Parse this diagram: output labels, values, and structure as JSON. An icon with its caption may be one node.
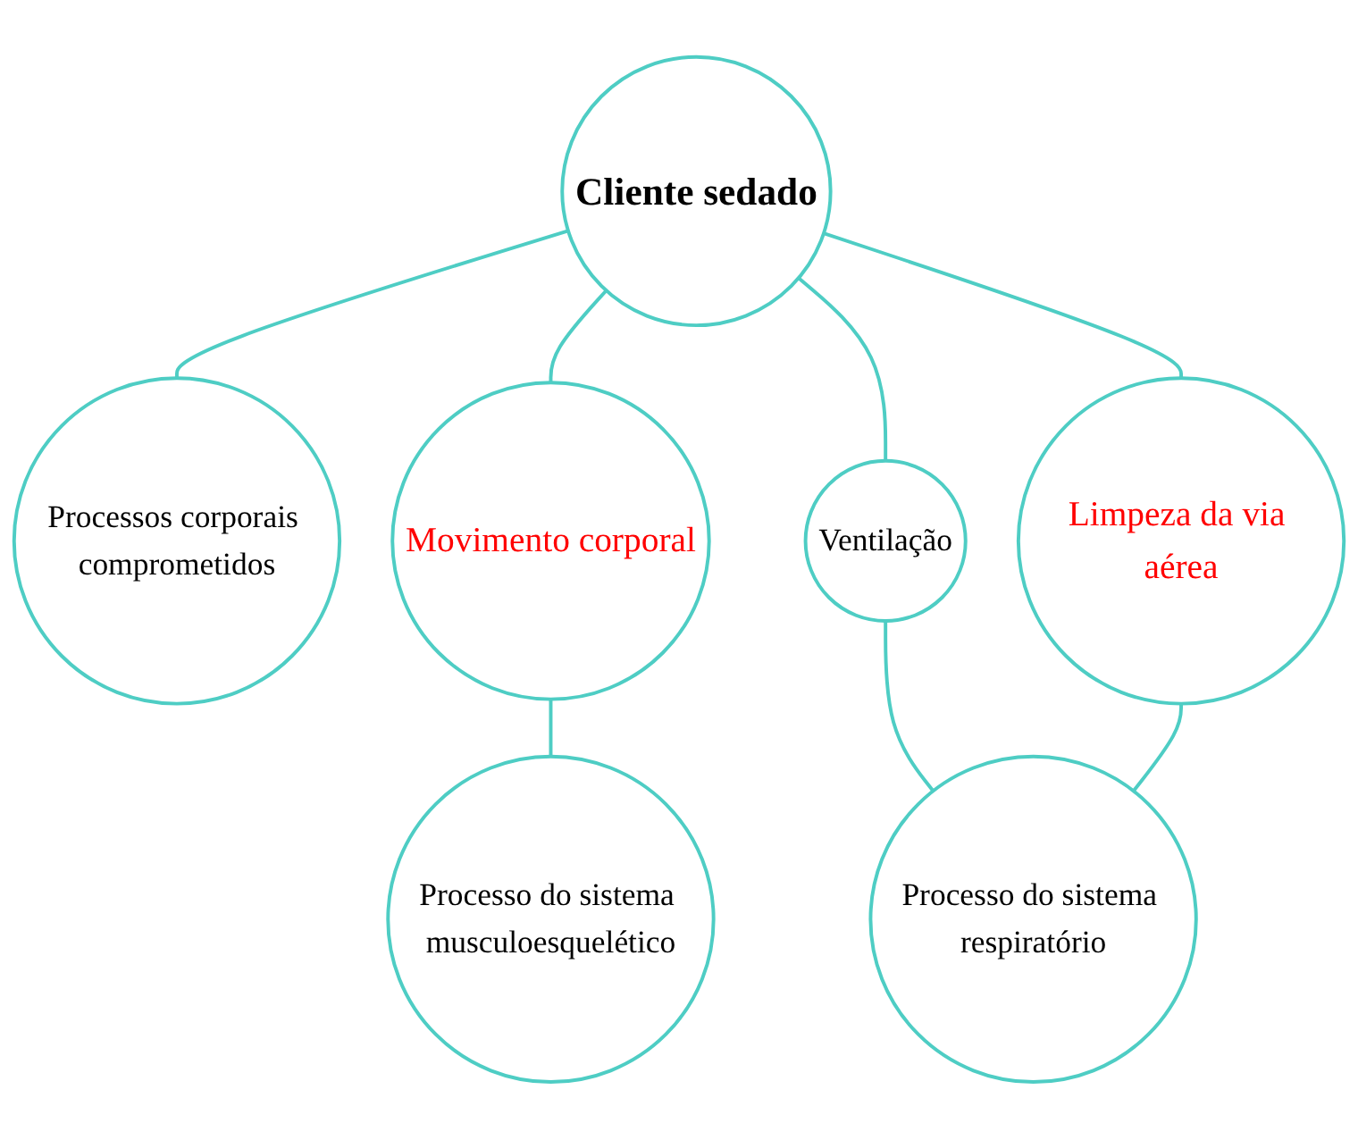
{
  "diagram": {
    "nodes": [
      {
        "text": [
          "Cliente sedado"
        ]
      },
      {
        "text": [
          "Processos corporais comprometidos"
        ]
      },
      {
        "text": [
          "Movimento corporal"
        ]
      },
      {
        "text": [
          "Ventilação"
        ]
      },
      {
        "text": [
          "Limpeza da via aérea"
        ]
      },
      {
        "text": [
          "Processo do sistema musculoesquelético"
        ]
      },
      {
        "text": [
          "Processo do sistema respiratório"
        ]
      }
    ],
    "edges": [
      {
        "from": 0,
        "to": 1,
        "arrow": "none"
      },
      {
        "from": 0,
        "to": 2,
        "arrow": "none"
      },
      {
        "from": 0,
        "to": 3,
        "arrow": "none"
      },
      {
        "from": 0,
        "to": 4,
        "arrow": "none"
      },
      {
        "from": 2,
        "to": 5,
        "arrow": "none"
      },
      {
        "from": 3,
        "to": 6,
        "arrow": "none"
      },
      {
        "from": 4,
        "to": 6,
        "arrow": "none"
      }
    ]
  }
}
